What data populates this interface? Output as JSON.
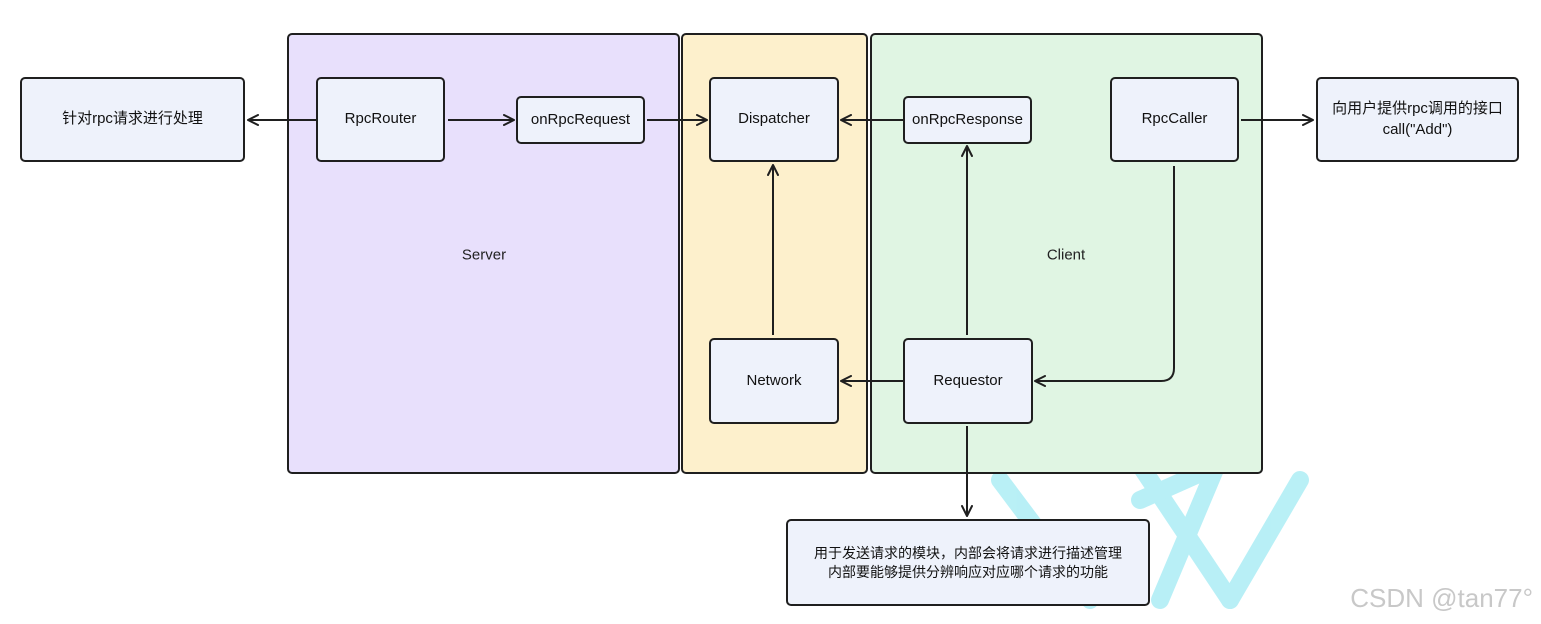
{
  "regions": {
    "server": {
      "label": "Server",
      "color": "#e8e0fc"
    },
    "dispatcher_zone": {
      "label": "",
      "color": "#fdf0cc"
    },
    "client": {
      "label": "Client",
      "color": "#e0f5e3"
    }
  },
  "nodes": {
    "handler": {
      "label": "针对rpc请求进行处理"
    },
    "rpc_router": {
      "label": "RpcRouter"
    },
    "on_rpc_request": {
      "label": "onRpcRequest"
    },
    "dispatcher": {
      "label": "Dispatcher"
    },
    "on_rpc_response": {
      "label": "onRpcResponse"
    },
    "rpc_caller": {
      "label": "RpcCaller"
    },
    "user_interface": {
      "label": "向用户提供rpc调用的接口\ncall(\"Add\")"
    },
    "network": {
      "label": "Network"
    },
    "requestor": {
      "label": "Requestor"
    },
    "requestor_note": {
      "label": "用于发送请求的模块，内部会将请求进行描述管理\n内部要能够提供分辨响应对应哪个请求的功能"
    }
  },
  "watermark": {
    "text": "CSDN @tan77°"
  },
  "colors": {
    "stroke": "#1f1f1f",
    "node_fill": "#eef2fb",
    "watermark_shape": "#7fe3ef"
  }
}
